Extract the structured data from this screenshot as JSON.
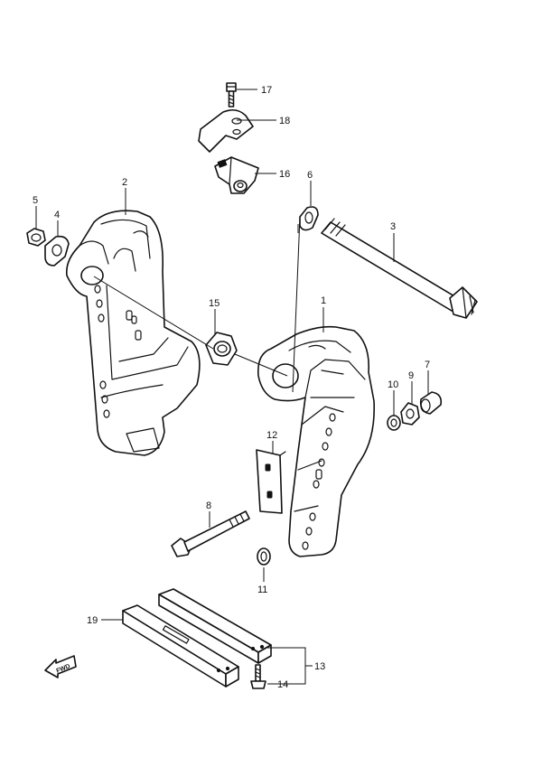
{
  "callouts": [
    "1",
    "2",
    "3",
    "4",
    "5",
    "6",
    "7",
    "8",
    "9",
    "10",
    "11",
    "12",
    "13",
    "14",
    "15",
    "16",
    "17",
    "18",
    "19"
  ],
  "direction_marker": {
    "label": "FWD",
    "icon": "forward-arrow-icon"
  }
}
